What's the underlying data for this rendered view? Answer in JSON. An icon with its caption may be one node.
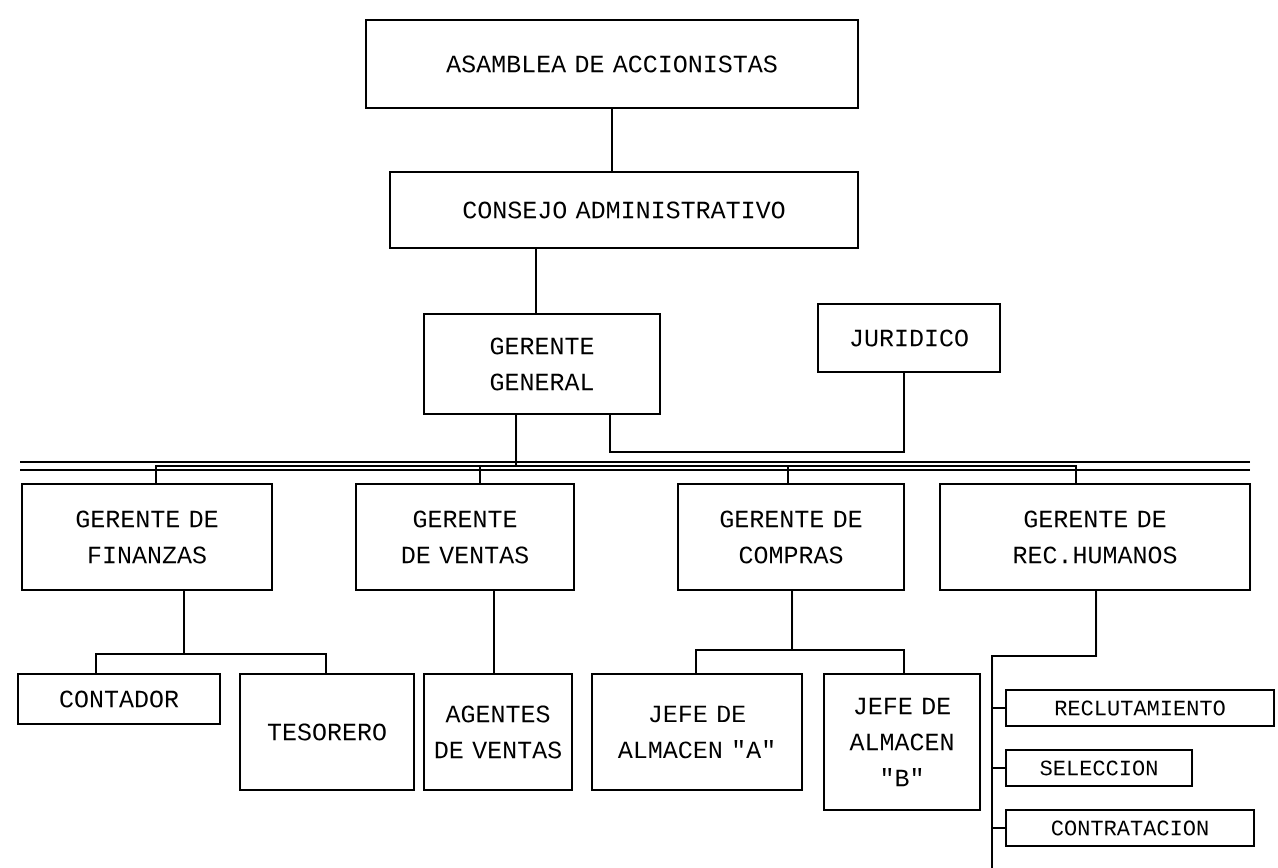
{
  "diagram": {
    "nodes": [
      {
        "text": [
          "ASAMBLEA DE ACCIONISTAS"
        ]
      },
      {
        "text": [
          "CONSEJO ADMINISTRATIVO"
        ]
      },
      {
        "text": [
          "GERENTE GENERAL"
        ]
      },
      {
        "text": [
          "JURIDICO"
        ]
      },
      {
        "text": [
          "GERENTE DE FINANZAS"
        ]
      },
      {
        "text": [
          "GERENTE DE VENTAS"
        ]
      },
      {
        "text": [
          "GERENTE DE COMPRAS"
        ]
      },
      {
        "text": [
          "GERENTE DE REC.HUMANOS"
        ]
      },
      {
        "text": [
          "CONTADOR"
        ]
      },
      {
        "text": [
          "TESORERO"
        ]
      },
      {
        "text": [
          "AGENTES DE VENTAS"
        ]
      },
      {
        "text": [
          "JEFE DE ALMACEN \"A\""
        ]
      },
      {
        "text": [
          "JEFE DE ALMACEN \"B\""
        ]
      },
      {
        "text": [
          "RECLUTAMIENTO"
        ]
      },
      {
        "text": [
          "SELECCION"
        ]
      },
      {
        "text": [
          "CONTRATACION"
        ]
      }
    ],
    "edges": [
      {
        "from": 0,
        "to": 1,
        "arrow": "none"
      },
      {
        "from": 1,
        "to": 2,
        "arrow": "none"
      },
      {
        "from": 2,
        "to": 3,
        "arrow": "none"
      },
      {
        "from": 2,
        "to": 4,
        "arrow": "none"
      },
      {
        "from": 2,
        "to": 5,
        "arrow": "none"
      },
      {
        "from": 2,
        "to": 6,
        "arrow": "none"
      },
      {
        "from": 2,
        "to": 7,
        "arrow": "none"
      },
      {
        "from": 4,
        "to": 8,
        "arrow": "none"
      },
      {
        "from": 4,
        "to": 9,
        "arrow": "none"
      },
      {
        "from": 5,
        "to": 10,
        "arrow": "none"
      },
      {
        "from": 6,
        "to": 11,
        "arrow": "none"
      },
      {
        "from": 6,
        "to": 12,
        "arrow": "none"
      },
      {
        "from": 7,
        "to": 13,
        "arrow": "none"
      },
      {
        "from": 7,
        "to": 14,
        "arrow": "none"
      },
      {
        "from": 7,
        "to": 15,
        "arrow": "none"
      }
    ]
  }
}
